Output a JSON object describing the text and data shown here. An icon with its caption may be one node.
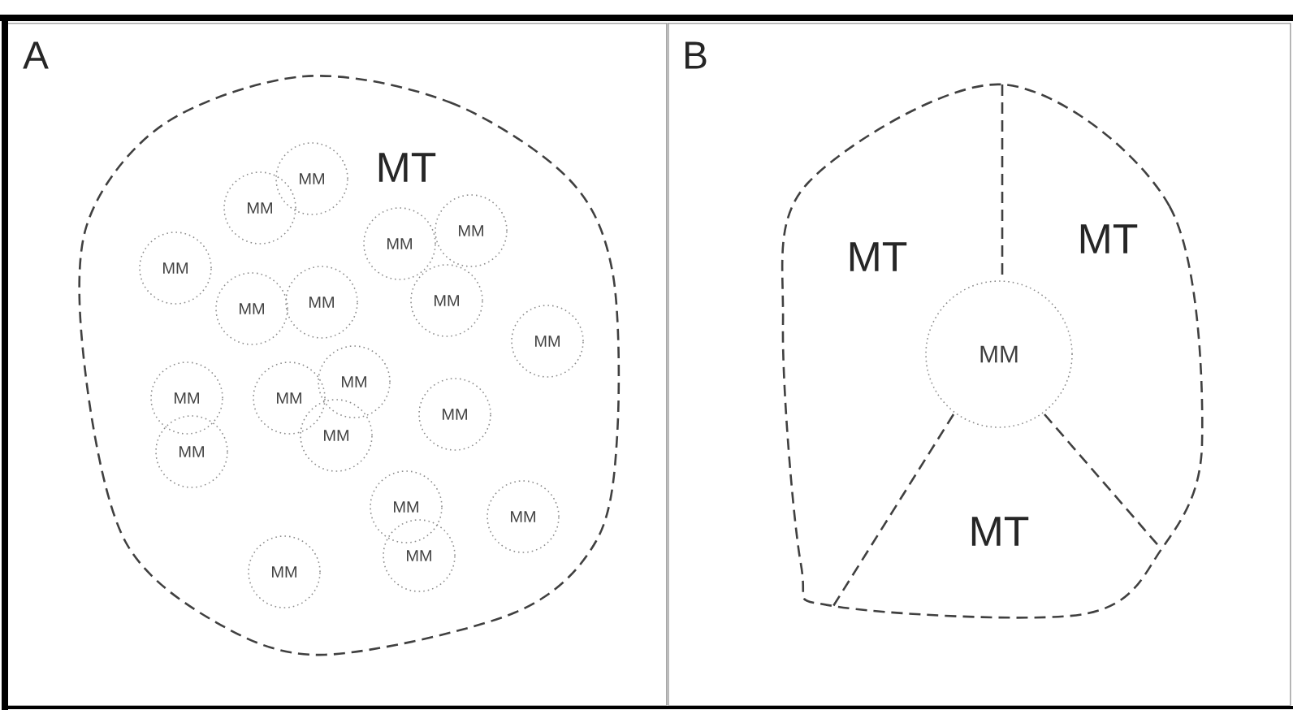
{
  "diagram": {
    "nodes": [
      {
        "text": [
          "A"
        ]
      },
      {
        "text": [
          "MT"
        ],
        "in": 0
      },
      {
        "text": [
          "MM"
        ],
        "in": 1
      },
      {
        "text": [
          "MM"
        ],
        "in": 1
      },
      {
        "text": [
          "MM"
        ],
        "in": 1
      },
      {
        "text": [
          "MM"
        ],
        "in": 1
      },
      {
        "text": [
          "MM"
        ],
        "in": 1
      },
      {
        "text": [
          "MM"
        ],
        "in": 1
      },
      {
        "text": [
          "MM"
        ],
        "in": 1
      },
      {
        "text": [
          "MM"
        ],
        "in": 1
      },
      {
        "text": [
          "MM"
        ],
        "in": 1
      },
      {
        "text": [
          "MM"
        ],
        "in": 1
      },
      {
        "text": [
          "MM"
        ],
        "in": 1
      },
      {
        "text": [
          "MM"
        ],
        "in": 1
      },
      {
        "text": [
          "MM"
        ],
        "in": 1
      },
      {
        "text": [
          "MM"
        ],
        "in": 1
      },
      {
        "text": [
          "MM"
        ],
        "in": 1
      },
      {
        "text": [
          "MM"
        ],
        "in": 1
      },
      {
        "text": [
          "MM"
        ],
        "in": 1
      },
      {
        "text": [
          "MM"
        ],
        "in": 1
      },
      {
        "text": [
          "MM"
        ],
        "in": 1
      },
      {
        "text": [
          "B"
        ]
      },
      {
        "text": [
          "MT",
          "MT",
          "MT"
        ],
        "in": 21
      },
      {
        "text": [
          "MM"
        ],
        "in": 22
      }
    ]
  }
}
